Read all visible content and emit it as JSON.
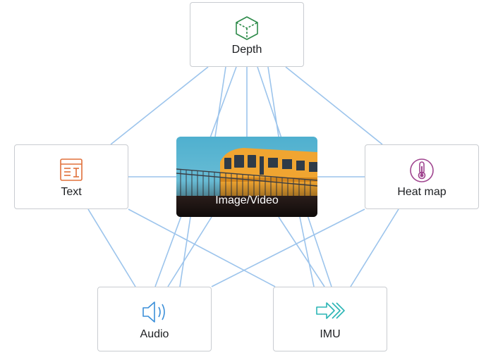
{
  "nodes": {
    "depth": {
      "label": "Depth",
      "icon": "cube-icon",
      "color": "#2e8b4a"
    },
    "text": {
      "label": "Text",
      "icon": "document-text-icon",
      "color": "#e0703a"
    },
    "heat_map": {
      "label": "Heat map",
      "icon": "thermometer-icon",
      "color": "#a0458f"
    },
    "audio": {
      "label": "Audio",
      "icon": "speaker-icon",
      "color": "#3b8fd9"
    },
    "imu": {
      "label": "IMU",
      "icon": "arrows-motion-icon",
      "color": "#2bb5b5"
    },
    "image_video": {
      "label": "Image/Video",
      "icon": "train-photo"
    }
  },
  "edge_color": "#9cc4ec"
}
